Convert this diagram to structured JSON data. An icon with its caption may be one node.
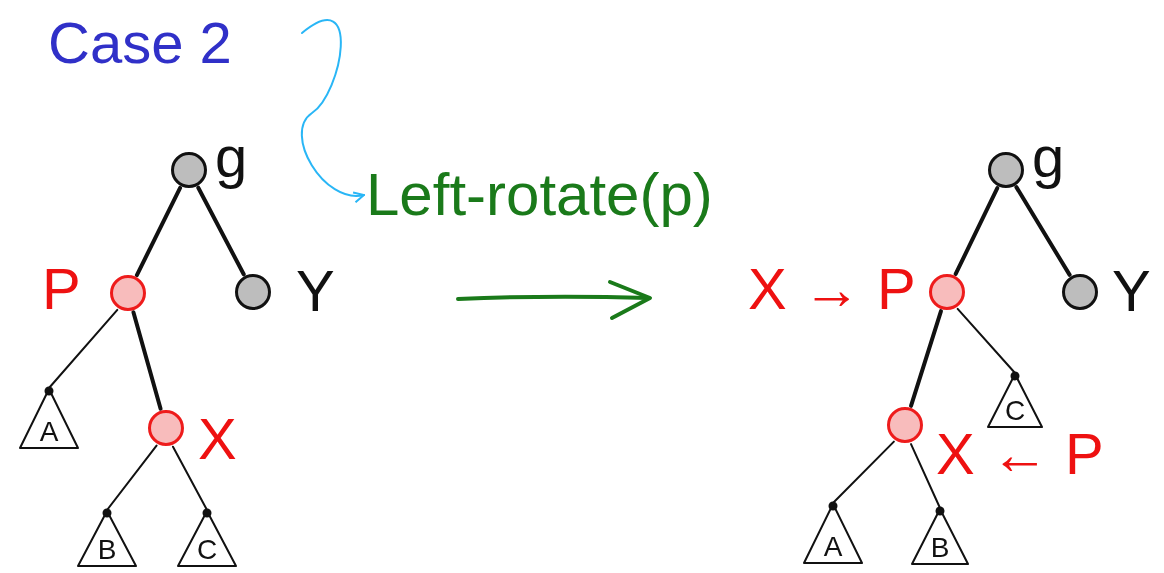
{
  "diagram": {
    "nodes": [
      {
        "text": [
          "Case 2"
        ]
      },
      {
        "text": [
          "Left-rotate(p)"
        ]
      },
      {
        "text": [],
        "shape": "circle",
        "beside": [
          "g"
        ]
      },
      {
        "text": [],
        "shape": "circle",
        "beside": [
          "P"
        ]
      },
      {
        "text": [],
        "shape": "circle",
        "beside": [
          "Y"
        ]
      },
      {
        "text": [
          "A"
        ]
      },
      {
        "text": [],
        "shape": "circle",
        "beside": [
          "X"
        ]
      },
      {
        "text": [
          "B"
        ]
      },
      {
        "text": [
          "C"
        ]
      },
      {
        "text": [],
        "shape": "circle",
        "beside": [
          "g"
        ]
      },
      {
        "text": [],
        "shape": "circle",
        "beside": [
          "X → P"
        ]
      },
      {
        "text": [],
        "shape": "circle",
        "beside": [
          "Y"
        ]
      },
      {
        "text": [
          "C"
        ]
      },
      {
        "text": [],
        "shape": "circle",
        "beside": [
          "X ← P"
        ]
      },
      {
        "text": [
          "A"
        ]
      },
      {
        "text": [
          "B"
        ]
      }
    ],
    "edges": [
      {
        "from": 0,
        "to": 1,
        "arrow": "to",
        "color": "#29b6f6"
      },
      {
        "from": 2,
        "to": 3,
        "arrow": "none",
        "style": "thick"
      },
      {
        "from": 2,
        "to": 4,
        "arrow": "none",
        "style": "thick"
      },
      {
        "from": 3,
        "to": 5,
        "arrow": "none"
      },
      {
        "from": 3,
        "to": 6,
        "arrow": "none",
        "style": "thick"
      },
      {
        "from": 6,
        "to": 7,
        "arrow": "none"
      },
      {
        "from": 6,
        "to": 8,
        "arrow": "none"
      },
      {
        "from": 9,
        "to": 10,
        "arrow": "none",
        "style": "thick"
      },
      {
        "from": 9,
        "to": 11,
        "arrow": "none",
        "style": "thick"
      },
      {
        "from": 10,
        "to": 12,
        "arrow": "none"
      },
      {
        "from": 10,
        "to": 13,
        "arrow": "none",
        "style": "thick"
      },
      {
        "from": 13,
        "to": 14,
        "arrow": "none"
      },
      {
        "from": 13,
        "to": 15,
        "arrow": "none"
      }
    ]
  }
}
